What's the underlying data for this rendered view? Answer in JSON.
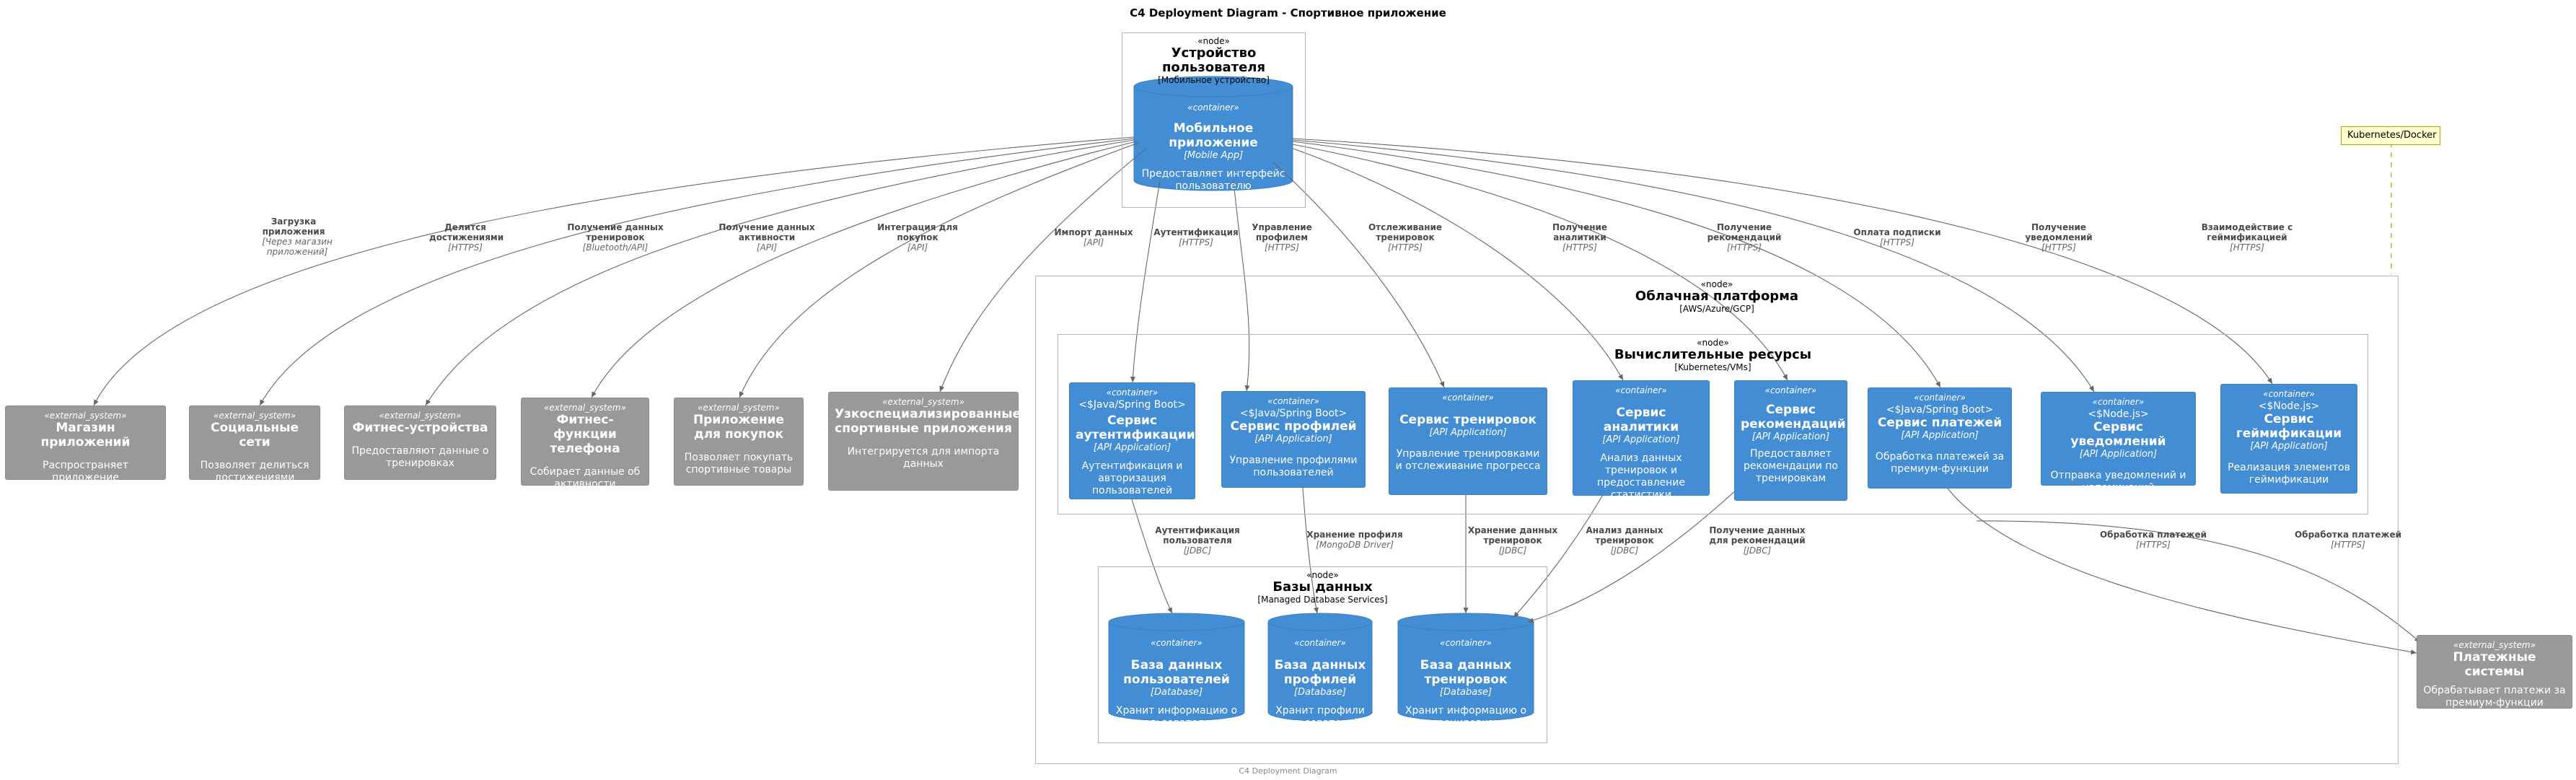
{
  "title": "C4 Deployment Diagram - Спортивное приложение",
  "footer": "C4 Deployment Diagram",
  "note": "Kubernetes/Docker",
  "nodes": {
    "device": {
      "stereo": "«node»",
      "title": "Устройство пользователя",
      "tech": "[Мобильное устройство]"
    },
    "cloud": {
      "stereo": "«node»",
      "title": "Облачная платформа",
      "tech": "[AWS/Azure/GCP]"
    },
    "compute": {
      "stereo": "«node»",
      "title": "Вычислительные ресурсы",
      "tech": "[Kubernetes/VMs]"
    },
    "db": {
      "stereo": "«node»",
      "title": "Базы данных",
      "tech": "[Managed Database Services]"
    }
  },
  "mobile": {
    "stereo": "«container»",
    "title": "Мобильное приложение",
    "tech": "[Mobile App]",
    "desc": "Предоставляет интерфейс пользователю"
  },
  "externals": [
    {
      "stereo": "«external_system»",
      "title": "Магазин приложений",
      "desc": "Распространяет приложение"
    },
    {
      "stereo": "«external_system»",
      "title": "Социальные сети",
      "desc": "Позволяет делиться достижениями"
    },
    {
      "stereo": "«external_system»",
      "title": "Фитнес-устройства",
      "desc": "Предоставляют данные о тренировках"
    },
    {
      "stereo": "«external_system»",
      "title": "Фитнес-функции телефона",
      "desc": "Собирает данные об активности"
    },
    {
      "stereo": "«external_system»",
      "title": "Приложение для покупок",
      "desc": "Позволяет покупать спортивные товары"
    },
    {
      "stereo": "«external_system»",
      "title": "Узкоспециализированные спортивные приложения",
      "desc": "Интегрируется для импорта данных"
    },
    {
      "stereo": "«external_system»",
      "title": "Платежные системы",
      "desc": "Обрабатывает платежи за премиум-функции"
    }
  ],
  "services": [
    {
      "stereo": "«container»",
      "stereo2": "<$Java/Spring Boot>",
      "title": "Сервис аутентификации",
      "tech": "[API Application]",
      "desc": "Аутентификация и авторизация пользователей"
    },
    {
      "stereo": "«container»",
      "stereo2": "<$Java/Spring Boot>",
      "title": "Сервис профилей",
      "tech": "[API Application]",
      "desc": "Управление профилями пользователей"
    },
    {
      "stereo": "«container»",
      "stereo2": "",
      "title": "Сервис тренировок",
      "tech": "[API Application]",
      "desc": "Управление тренировками и отслеживание прогресса"
    },
    {
      "stereo": "«container»",
      "stereo2": "",
      "title": "Сервис аналитики",
      "tech": "[API Application]",
      "desc": "Анализ данных тренировок и предоставление статистики"
    },
    {
      "stereo": "«container»",
      "stereo2": "",
      "title": "Сервис рекомендаций",
      "tech": "[API Application]",
      "desc": "Предоставляет рекомендации по тренировкам"
    },
    {
      "stereo": "«container»",
      "stereo2": "<$Java/Spring Boot>",
      "title": "Сервис платежей",
      "tech": "[API Application]",
      "desc": "Обработка платежей за премиум-функции"
    },
    {
      "stereo": "«container»",
      "stereo2": "<$Node.js>",
      "title": "Сервис уведомлений",
      "tech": "[API Application]",
      "desc": "Отправка уведомлений и напоминаний"
    },
    {
      "stereo": "«container»",
      "stereo2": "<$Node.js>",
      "title": "Сервис геймификации",
      "tech": "[API Application]",
      "desc": "Реализация элементов геймификации"
    }
  ],
  "databases": [
    {
      "stereo": "«container»",
      "title": "База данных пользователей",
      "tech": "[Database]",
      "desc": "Хранит информацию о пользователях"
    },
    {
      "stereo": "«container»",
      "title": "База данных профилей",
      "tech": "[Database]",
      "desc": "Хранит профили пользователей"
    },
    {
      "stereo": "«container»",
      "title": "База данных тренировок",
      "tech": "[Database]",
      "desc": "Хранит информацию о тренировках"
    }
  ],
  "relations": [
    {
      "label": "Загрузка приложения",
      "tech": "[Через магазин приложений]"
    },
    {
      "label": "Делится достижениями",
      "tech": "[HTTPS]"
    },
    {
      "label": "Получение данных тренировок",
      "tech": "[Bluetooth/API]"
    },
    {
      "label": "Получение данных активности",
      "tech": "[API]"
    },
    {
      "label": "Интеграция для покупок",
      "tech": "[API]"
    },
    {
      "label": "Импорт данных",
      "tech": "[API]"
    },
    {
      "label": "Аутентификация",
      "tech": "[HTTPS]"
    },
    {
      "label": "Управление профилем",
      "tech": "[HTTPS]"
    },
    {
      "label": "Отслеживание тренировок",
      "tech": "[HTTPS]"
    },
    {
      "label": "Получение аналитики",
      "tech": "[HTTPS]"
    },
    {
      "label": "Получение рекомендаций",
      "tech": "[HTTPS]"
    },
    {
      "label": "Оплата подписки",
      "tech": "[HTTPS]"
    },
    {
      "label": "Получение уведомлений",
      "tech": "[HTTPS]"
    },
    {
      "label": "Взаимодействие с геймификацией",
      "tech": "[HTTPS]"
    },
    {
      "label": "Аутентификация пользователя",
      "tech": "[JDBC]"
    },
    {
      "label": "Хранение профиля",
      "tech": "[MongoDB Driver]"
    },
    {
      "label": "Хранение данных тренировок",
      "tech": "[JDBC]"
    },
    {
      "label": "Анализ данных тренировок",
      "tech": "[JDBC]"
    },
    {
      "label": "Получение данных для рекомендаций",
      "tech": "[JDBC]"
    },
    {
      "label": "Обработка платежей",
      "tech": "[HTTPS]"
    },
    {
      "label": "Обработка платежей",
      "tech": "[HTTPS]"
    }
  ],
  "colors": {
    "container": "#438dd5",
    "external": "#999999",
    "line": "#666666",
    "note": "#fefece"
  }
}
